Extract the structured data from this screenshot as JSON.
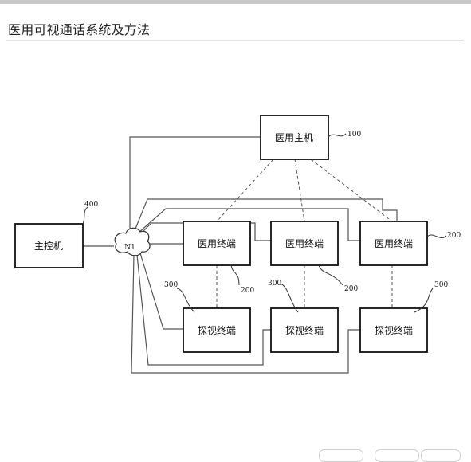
{
  "page": {
    "title": "医用可视通话系统及方法"
  },
  "figure": {
    "boxes": {
      "host": "医用主机",
      "console": "主控机",
      "terminal_1": "医用终端",
      "terminal_2": "医用终端",
      "terminal_3": "医用终端",
      "visit_1": "探视终端",
      "visit_2": "探视终端",
      "visit_3": "探视终端"
    },
    "network_label": "N1",
    "refs": {
      "host": "100",
      "console": "400",
      "terminal_right": "200",
      "terminal_1": "200",
      "terminal_2": "200",
      "visit_1": "300",
      "visit_2": "300",
      "visit_3": "300"
    }
  },
  "colors": {
    "topbar": "#c9c9c9",
    "line": "#555555",
    "box_border": "#111111"
  }
}
